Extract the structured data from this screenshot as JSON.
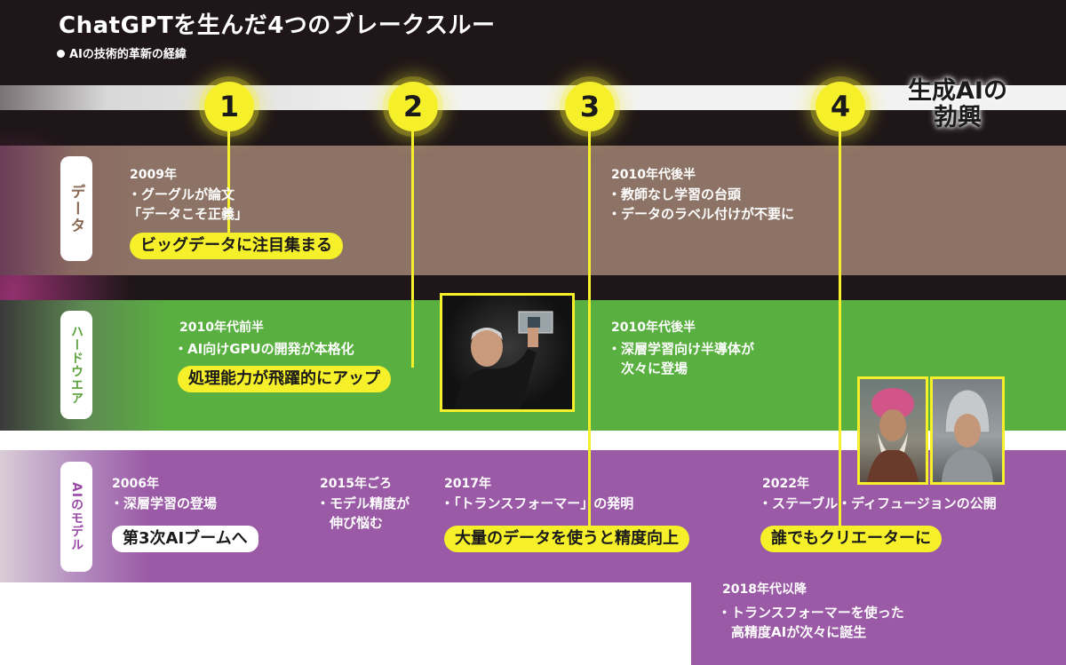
{
  "header": {
    "title": "ChatGPTを生んだ4つのブレークスルー",
    "subtitle": "AIの技術的革新の経緯"
  },
  "bands": {
    "data": "データ",
    "hardware": "ハードウエア",
    "ai_model": "AIのモデル"
  },
  "breakthroughs": [
    {
      "number": "1"
    },
    {
      "number": "2"
    },
    {
      "number": "3"
    },
    {
      "number": "4"
    }
  ],
  "generative_ai": [
    "生成AIの",
    "勃興"
  ],
  "data_row": {
    "left": {
      "year": "2009年",
      "lines": [
        "・グーグルが論文",
        "「データこそ正義」"
      ],
      "highlight": "ビッグデータに注目集まる"
    },
    "right": {
      "year": "2010年代後半",
      "lines": [
        "・教師なし学習の台頭",
        "・データのラベル付けが不要に"
      ]
    }
  },
  "hw_row": {
    "left": {
      "year": "2010年代前半",
      "lines": [
        "・AI向けGPUの開発が本格化"
      ],
      "highlight": "処理能力が飛躍的にアップ"
    },
    "right": {
      "year": "2010年代後半",
      "lines": [
        "・深層学習向け半導体が",
        "　次々に登場"
      ]
    }
  },
  "ai_row": {
    "e2006": {
      "year": "2006年",
      "lines": [
        "・深層学習の登場"
      ],
      "highlight": "第3次AIブームへ"
    },
    "e2015": {
      "year": "2015年ごろ",
      "lines": [
        "・モデル精度が",
        "　伸び悩む"
      ]
    },
    "e2017": {
      "year": "2017年",
      "lines": [
        "・「トランスフォーマー」の発明"
      ],
      "highlight": "大量のデータを使うと精度向上"
    },
    "e2022": {
      "year": "2022年",
      "lines": [
        "・ステーブル・ディフュージョンの公開"
      ],
      "highlight": "誰でもクリエーターに"
    }
  },
  "bottom": {
    "year": "2018年代以降",
    "lines": [
      "・トランスフォーマーを使った",
      "　高精度AIが次々に誕生"
    ]
  },
  "colors": {
    "accent_yellow": "#f6f02b",
    "data_band": "#8d7365",
    "hardware_band": "#59b040",
    "ai_band": "#9b5aa6",
    "background": "#1e1618"
  }
}
